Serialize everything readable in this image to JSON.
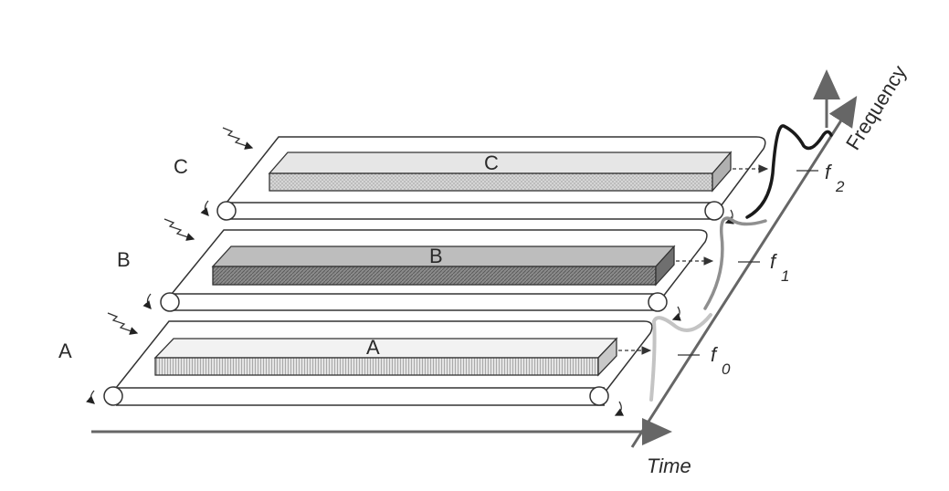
{
  "belts": [
    {
      "id": "A",
      "side_label": "A",
      "block_label": "A",
      "freq_label": "f",
      "freq_sub": "0"
    },
    {
      "id": "B",
      "side_label": "B",
      "block_label": "B",
      "freq_label": "f",
      "freq_sub": "1"
    },
    {
      "id": "C",
      "side_label": "C",
      "block_label": "C",
      "freq_label": "f",
      "freq_sub": "2"
    }
  ],
  "axes": {
    "time_label": "Time",
    "frequency_label": "Frequency"
  },
  "colors": {
    "outline": "#333333",
    "block_a": "#dedede",
    "block_b": "#8c8c8c",
    "block_c": "#cfcfcf",
    "curve_a": "#c4c4c4",
    "curve_b": "#8f8f8f",
    "curve_c": "#1a1a1a"
  }
}
